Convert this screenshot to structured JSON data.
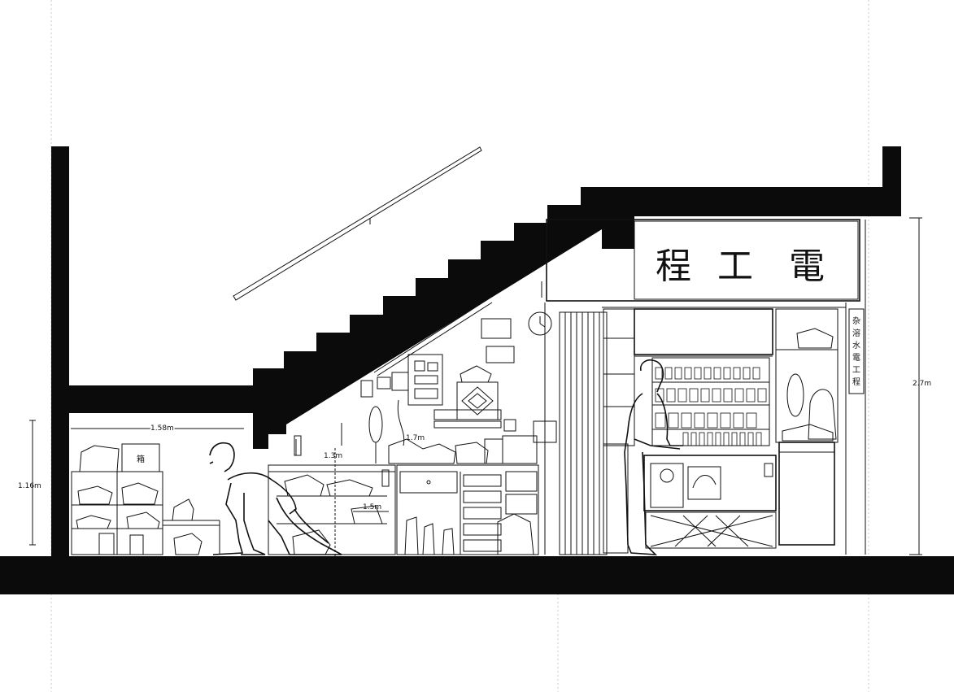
{
  "dimensions": {
    "under_stair_width": "1.58m",
    "left_height": "1.16m",
    "counter_height": "1.3m",
    "shelf_height": "1.7m",
    "counter_depth": "1.5m",
    "right_height": "2.7m"
  },
  "shop_sign": {
    "characters": [
      "程",
      "工",
      "電"
    ]
  },
  "side_sign": {
    "characters": [
      "杂",
      "溶",
      "水",
      "電",
      "工",
      "程"
    ]
  },
  "colors": {
    "ink": "#0b0b0b",
    "paper": "#ffffff"
  }
}
